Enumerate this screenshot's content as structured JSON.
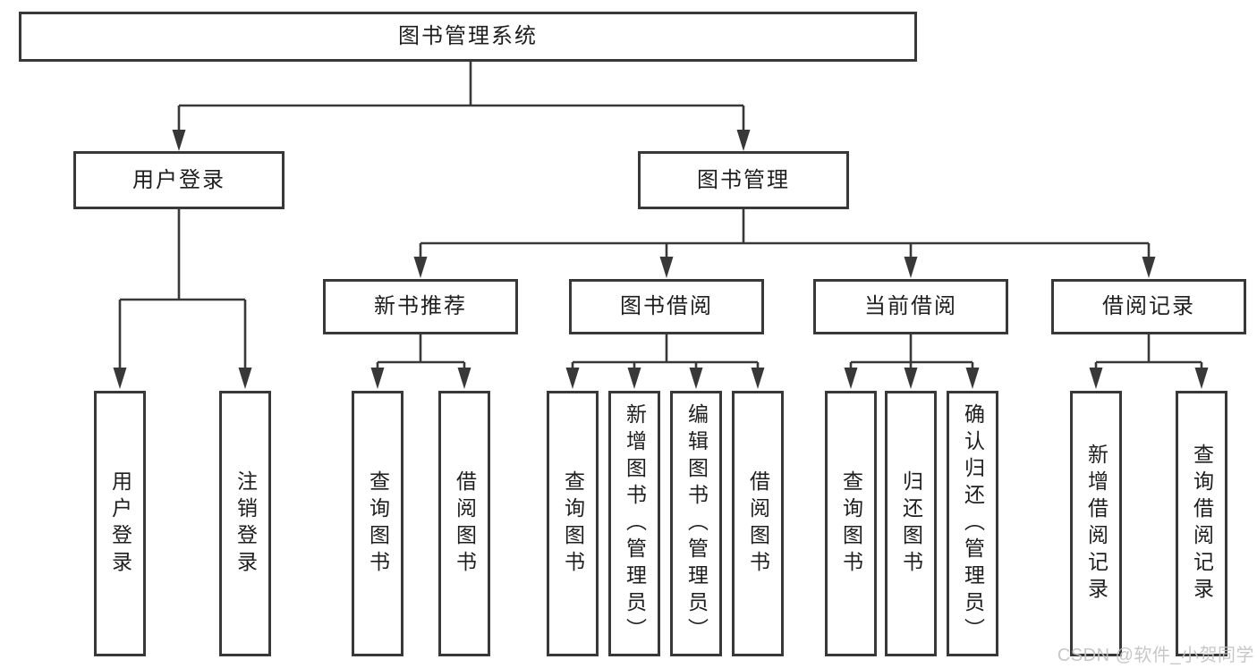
{
  "diagram": {
    "root": {
      "label": "图书管理系统"
    },
    "user_login": {
      "label": "用户登录",
      "children": [
        {
          "label": "用户登录"
        },
        {
          "label": "注销登录"
        }
      ]
    },
    "book_mgmt": {
      "label": "图书管理",
      "groups": [
        {
          "label": "新书推荐",
          "children": [
            {
              "label": "查询图书"
            },
            {
              "label": "借阅图书"
            }
          ]
        },
        {
          "label": "图书借阅",
          "children": [
            {
              "label": "查询图书"
            },
            {
              "label": "新增图书（管理员）"
            },
            {
              "label": "编辑图书（管理员）"
            },
            {
              "label": "借阅图书"
            }
          ]
        },
        {
          "label": "当前借阅",
          "children": [
            {
              "label": "查询图书"
            },
            {
              "label": "归还图书"
            },
            {
              "label": "确认归还（管理员）"
            }
          ]
        },
        {
          "label": "借阅记录",
          "children": [
            {
              "label": "新增借阅记录"
            },
            {
              "label": "查询借阅记录"
            }
          ]
        }
      ]
    }
  },
  "watermark": {
    "text": "CSDN @软件_小贺同学"
  },
  "colors": {
    "line": "#383838",
    "text": "#1e1e1e",
    "background": "#ffffff",
    "watermark": "#c3c3c3"
  }
}
